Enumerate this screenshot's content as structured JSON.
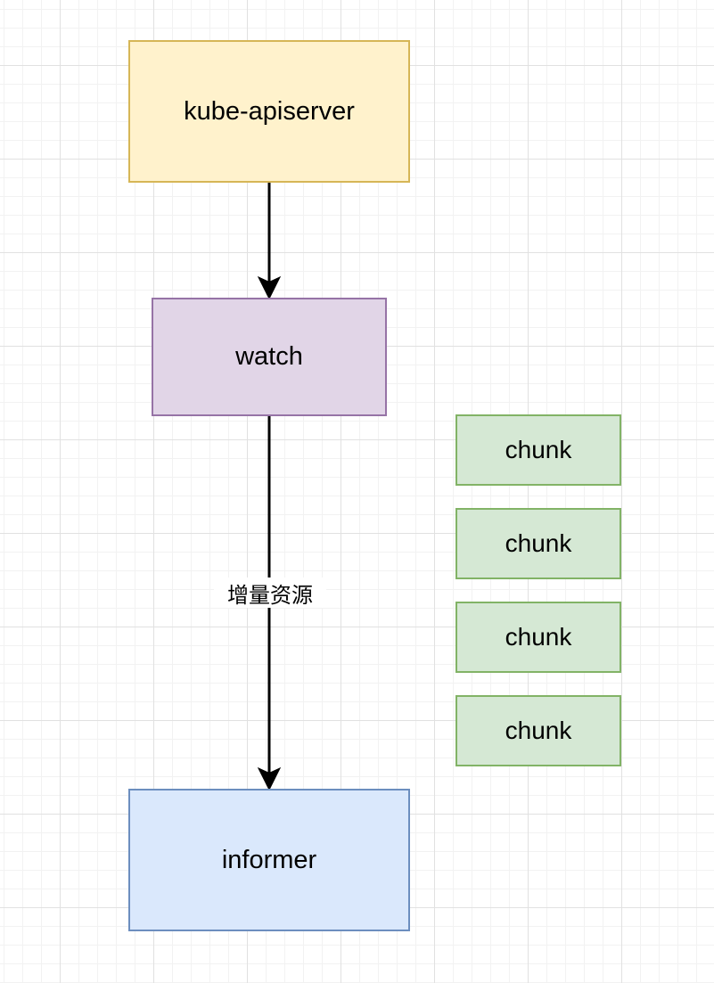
{
  "diagram": {
    "nodes": {
      "apiserver": {
        "label": "kube-apiserver",
        "fill": "#fff2cc",
        "stroke": "#d6b656"
      },
      "watch": {
        "label": "watch",
        "fill": "#e1d5e7",
        "stroke": "#9673a6"
      },
      "informer": {
        "label": "informer",
        "fill": "#dae8fc",
        "stroke": "#6c8ebf"
      }
    },
    "chunks": [
      {
        "label": "chunk"
      },
      {
        "label": "chunk"
      },
      {
        "label": "chunk"
      },
      {
        "label": "chunk"
      }
    ],
    "chunk_colors": {
      "fill": "#d5e8d4",
      "stroke": "#82b366"
    },
    "edges": [
      {
        "from": "apiserver",
        "to": "watch",
        "label": ""
      },
      {
        "from": "watch",
        "to": "informer",
        "label": "增量资源"
      }
    ]
  }
}
